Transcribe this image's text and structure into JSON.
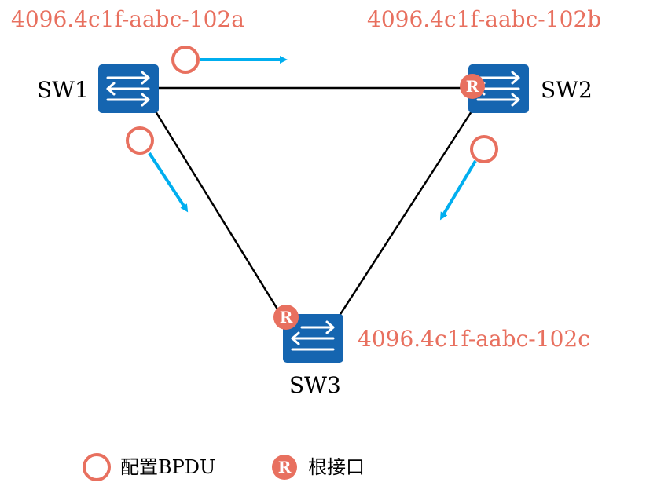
{
  "colors": {
    "accent_red": "#e8705f",
    "arrow_blue": "#00aeef",
    "switch_blue": "#1565b0",
    "link": "#000000"
  },
  "switches": {
    "sw1": {
      "label": "SW1",
      "bridge_id": "4096.4c1f-aabc-102a",
      "icon": "switch-icon"
    },
    "sw2": {
      "label": "SW2",
      "bridge_id": "4096.4c1f-aabc-102b",
      "icon": "switch-icon"
    },
    "sw3": {
      "label": "SW3",
      "bridge_id": "4096.4c1f-aabc-102c",
      "icon": "switch-icon"
    }
  },
  "root_port_marker": "R",
  "legend": {
    "bpdu_label": "配置BPDU",
    "root_port_label": "根接口",
    "root_port_symbol": "R"
  }
}
